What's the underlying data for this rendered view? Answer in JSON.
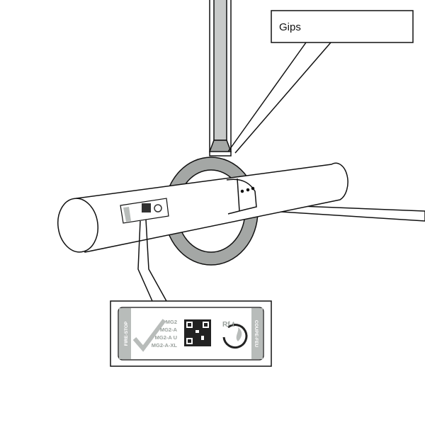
{
  "callout": {
    "label": "Gips"
  },
  "product_label": {
    "left_band": "FIRE-STOP",
    "right_band": "COUPE-FEU",
    "models": [
      "MG2",
      "MG2-A",
      "MG2-A U",
      "MG2-A-XL"
    ],
    "logo": "Rf-t"
  },
  "colors": {
    "ring": "#a4a7a5",
    "wall_strip": "#c8cac9",
    "label_band": "#b8bcba",
    "line": "#111111"
  }
}
